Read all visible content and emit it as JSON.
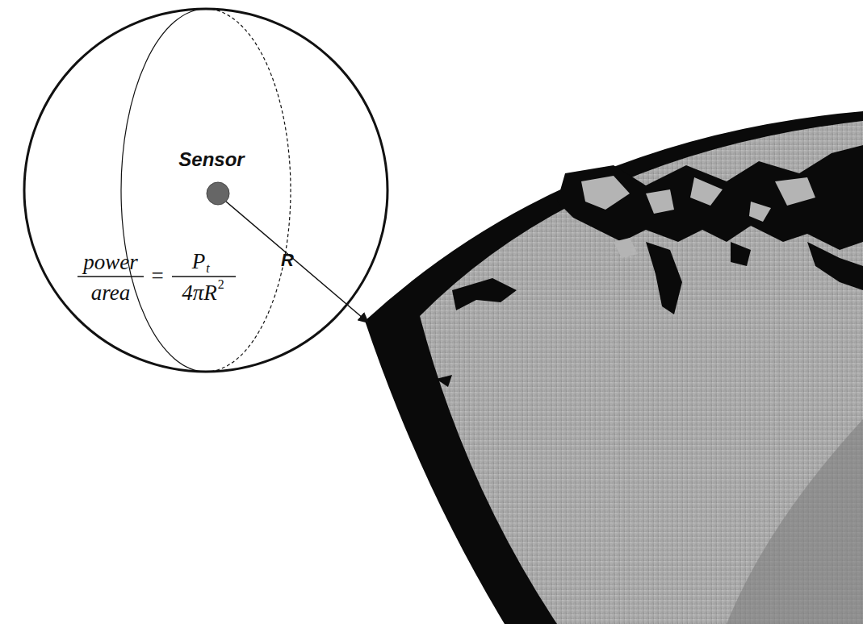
{
  "diagram": {
    "labels": [
      "Sensor",
      "R",
      "power",
      "area",
      "=",
      "P",
      "t",
      "4πR",
      "2"
    ]
  }
}
